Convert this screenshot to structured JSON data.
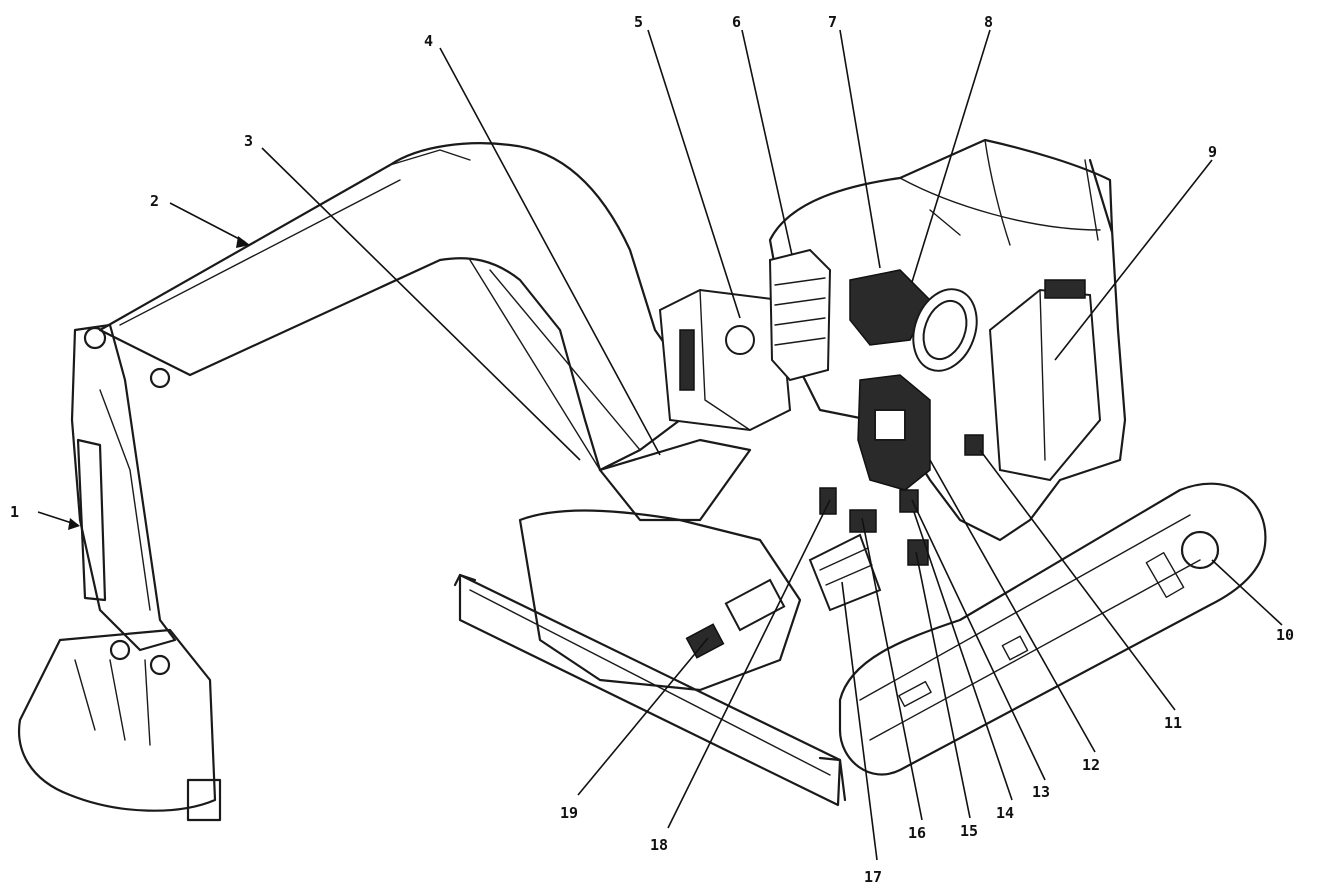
{
  "callouts": [
    {
      "label": "1"
    },
    {
      "label": "2"
    },
    {
      "label": "3"
    },
    {
      "label": "4"
    },
    {
      "label": "5"
    },
    {
      "label": "6"
    },
    {
      "label": "7"
    },
    {
      "label": "8"
    },
    {
      "label": "9"
    },
    {
      "label": "10"
    },
    {
      "label": "11"
    },
    {
      "label": "12"
    },
    {
      "label": "13"
    },
    {
      "label": "14"
    },
    {
      "label": "15"
    },
    {
      "label": "16"
    },
    {
      "label": "17"
    },
    {
      "label": "18"
    },
    {
      "label": "19"
    }
  ]
}
